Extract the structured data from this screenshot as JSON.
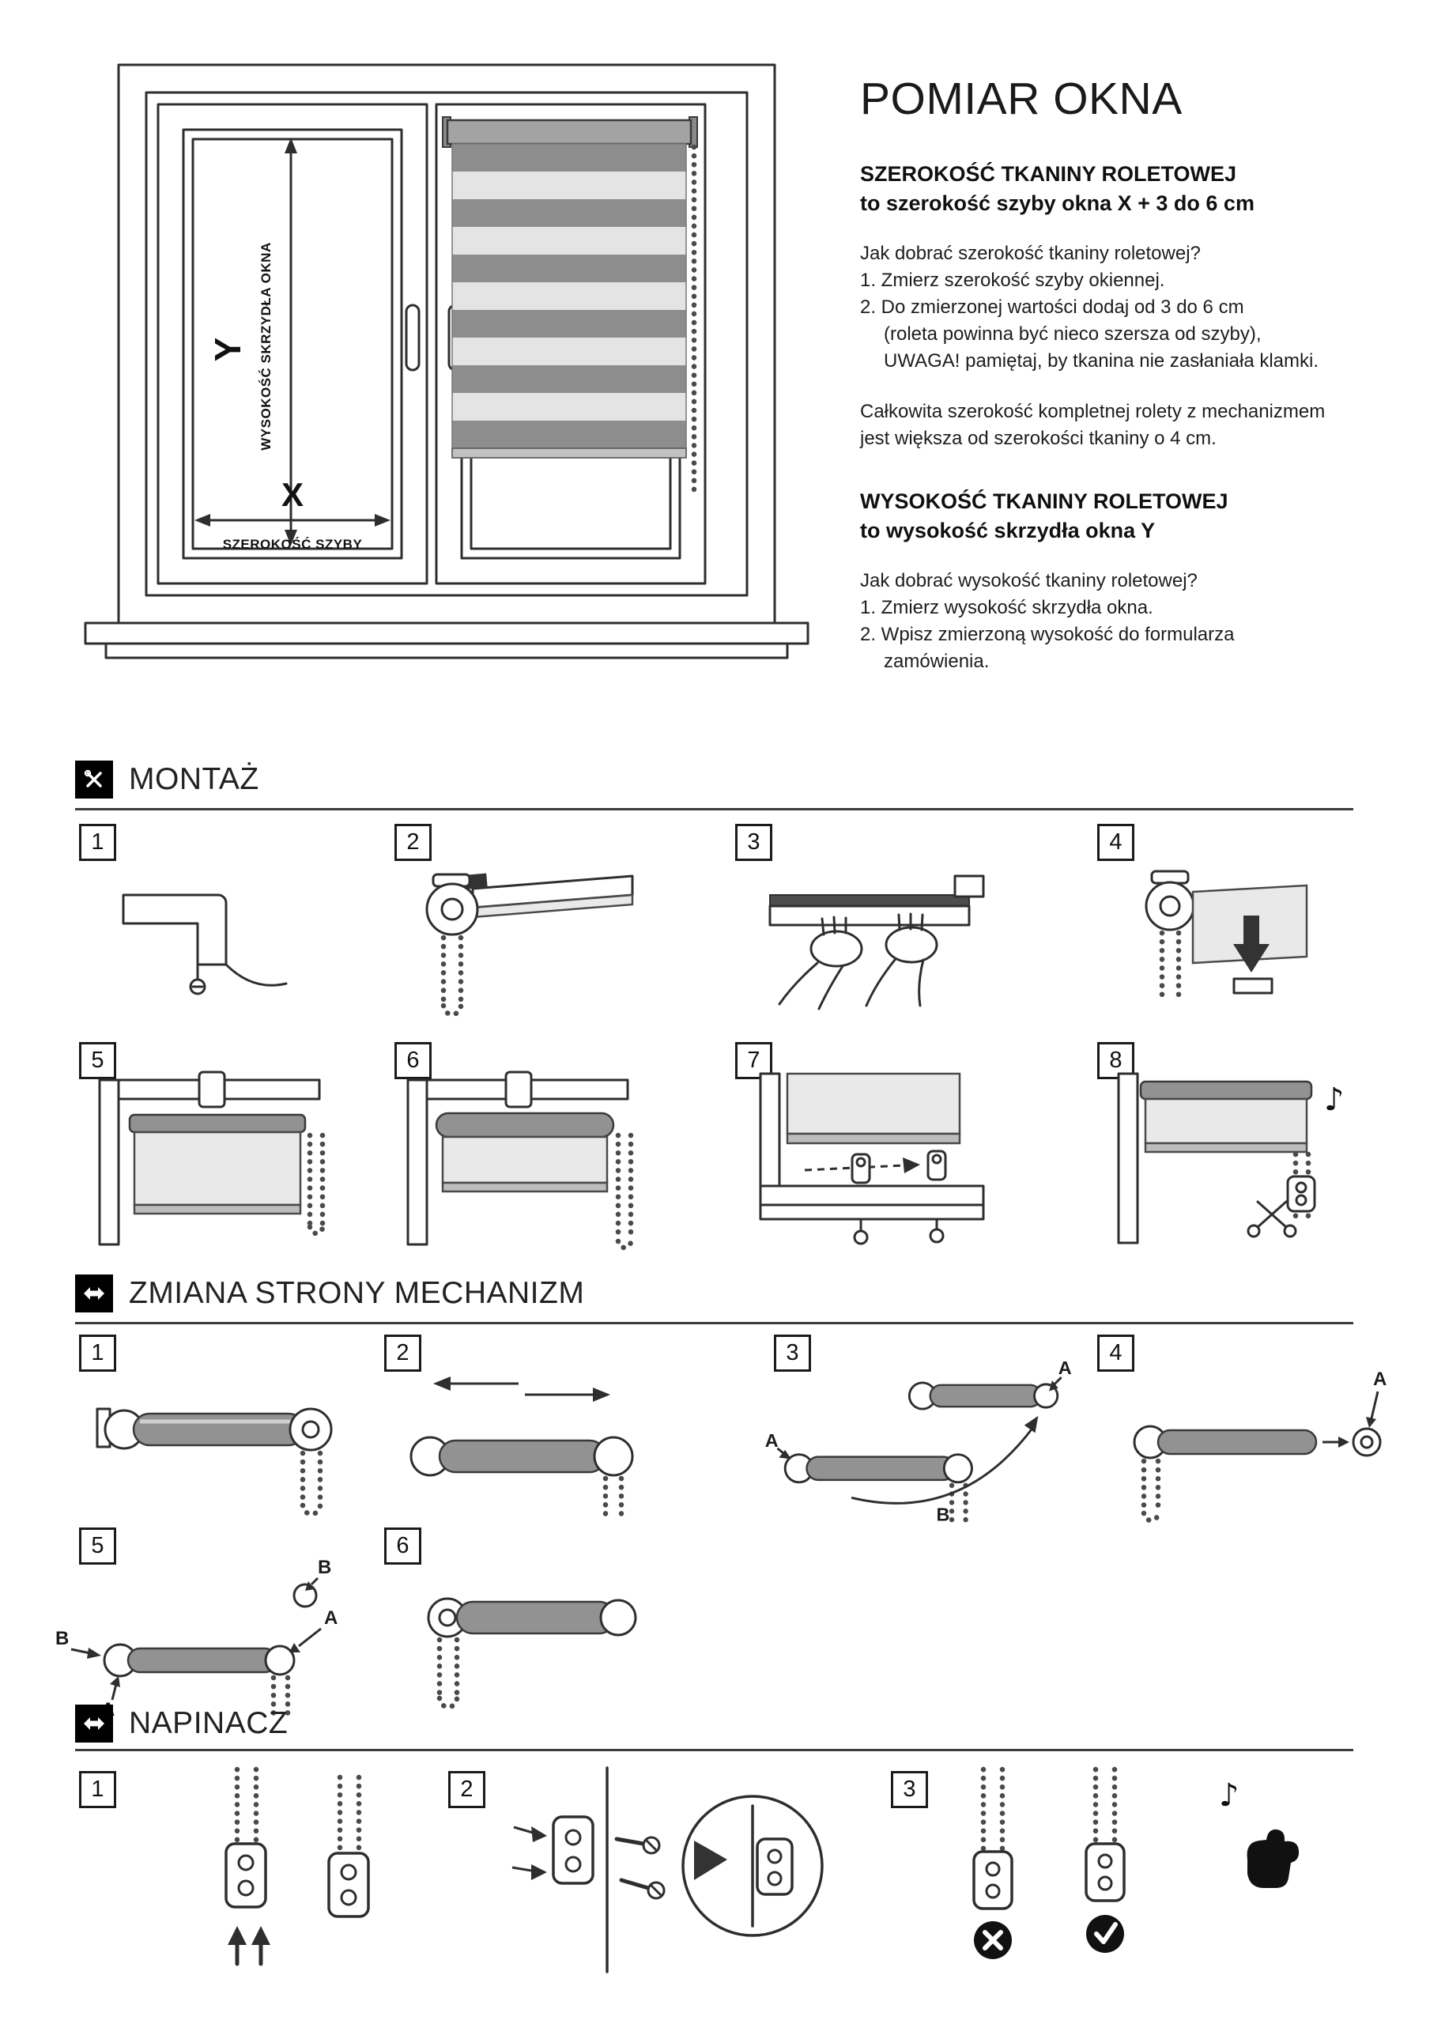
{
  "page": {
    "title": "POMIAR OKNA"
  },
  "window_diagram": {
    "y_letter": "Y",
    "y_label": "WYSOKOŚĆ SKRZYDŁA OKNA",
    "x_letter": "X",
    "x_label": "SZEROKOŚĆ SZYBY"
  },
  "fabric_width": {
    "heading_line1": "SZEROKOŚĆ TKANINY ROLETOWEJ",
    "heading_line2": "to szerokość szyby okna X + 3 do 6 cm",
    "question": "Jak dobrać szerokość tkaniny roletowej?",
    "step1": "1. Zmierz szerokość szyby okiennej.",
    "step2_line1": "2. Do zmierzonej wartości dodaj od 3 do 6 cm",
    "step2_line2": "(roleta powinna być nieco szersza od szyby),",
    "step2_line3": "UWAGA! pamiętaj, by tkanina nie zasłaniała klamki.",
    "note_line1": "Całkowita szerokość kompletnej rolety z mechanizmem",
    "note_line2": "jest większa od szerokości tkaniny o 4 cm."
  },
  "fabric_height": {
    "heading_line1": "WYSOKOŚĆ TKANINY ROLETOWEJ",
    "heading_line2": "to wysokość skrzydła okna Y",
    "question": "Jak dobrać wysokość tkaniny roletowej?",
    "step1": "1. Zmierz wysokość skrzydła okna.",
    "step2_line1": "2. Wpisz zmierzoną wysokość do formularza",
    "step2_line2": "zamówienia."
  },
  "montaz": {
    "title": "MONTAŻ",
    "steps": [
      "1",
      "2",
      "3",
      "4",
      "5",
      "6",
      "7",
      "8"
    ]
  },
  "zmiana": {
    "title": "ZMIANA STRONY MECHANIZM",
    "steps": [
      "1",
      "2",
      "3",
      "4",
      "5",
      "6"
    ],
    "label_a": "A",
    "label_b": "B"
  },
  "napinacz": {
    "title": "NAPINACZ",
    "steps": [
      "1",
      "2",
      "3"
    ]
  },
  "icons": {
    "music_note": "♪"
  },
  "colors": {
    "ink": "#2e2e2e",
    "fabric_dark": "#8d8d8d",
    "fabric_light": "#e4e4e4",
    "badge": "#111111"
  }
}
